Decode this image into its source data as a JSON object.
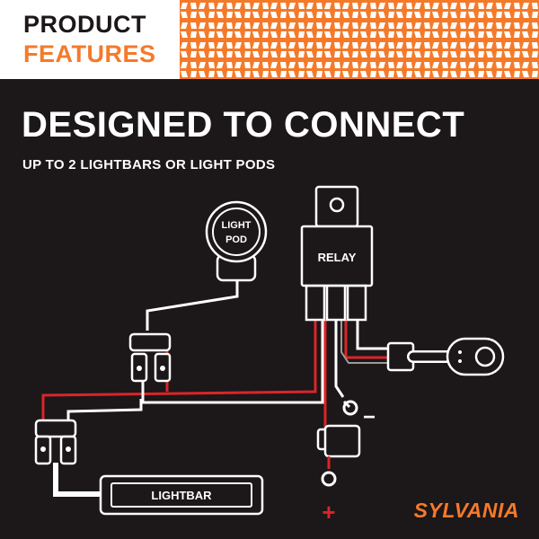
{
  "header": {
    "label_line1": "PRODUCT",
    "label_line2": "FEATURES",
    "pattern": "orange-tread-pattern"
  },
  "headline": "DESIGNED TO CONNECT",
  "subheadline": "UP TO 2 LIGHTBARS OR LIGHT PODS",
  "diagram": {
    "light_pod_label_line1": "LIGHT",
    "light_pod_label_line2": "POD",
    "relay_label": "RELAY",
    "lightbar_label": "LIGHTBAR",
    "negative_symbol": "−",
    "positive_symbol": "+"
  },
  "brand": "SYLVANIA",
  "colors": {
    "background": "#1c1718",
    "accent": "#f47a2a",
    "wire_red": "#d9252a",
    "wire_white": "#ffffff"
  }
}
